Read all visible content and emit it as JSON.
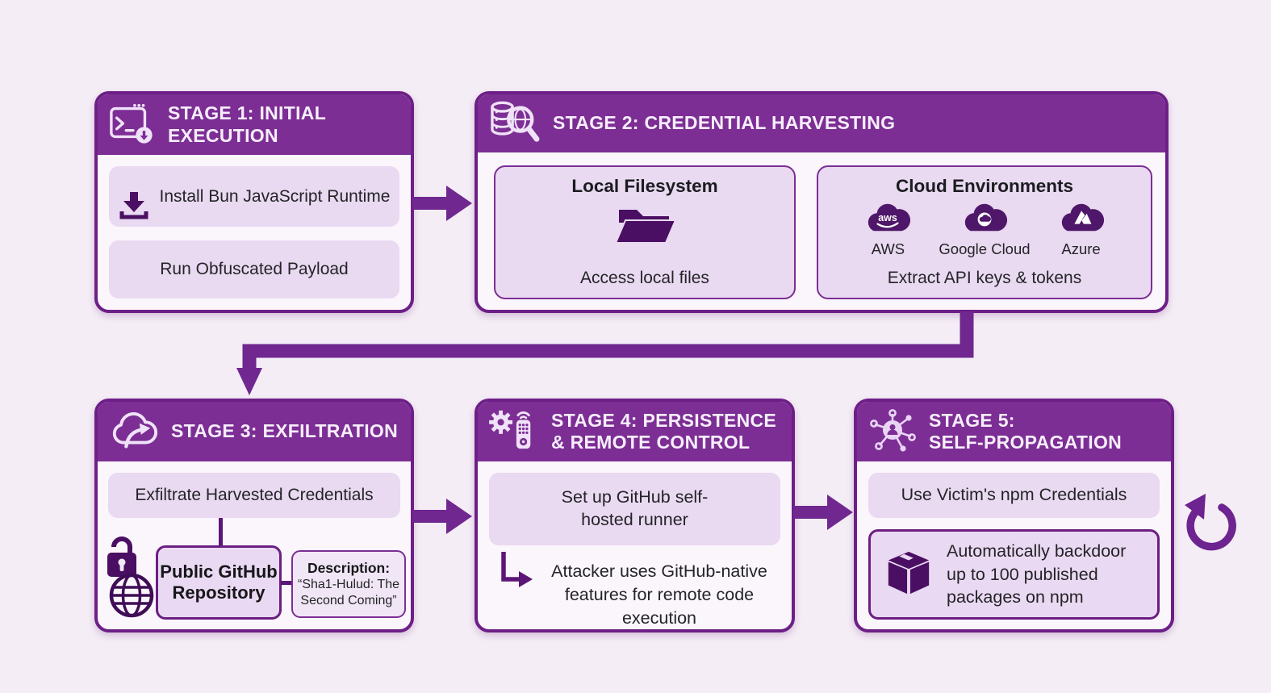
{
  "colors": {
    "background": "#f5edf6",
    "header_purple": "#7c2e94",
    "card_border": "#6d1f87",
    "card_bg": "#fbf6fc",
    "pill_bg": "#e9d9f1",
    "dark_icon": "#4a0f63",
    "arrow": "#70278f",
    "header_text": "#f7eefc",
    "body_text": "#242428"
  },
  "icons": {
    "stage1": "terminal-download-icon",
    "stage2": "database-search-icon",
    "stage3": "cloud-exfil-arrow-icon",
    "stage4": "gear-remote-icon",
    "stage5": "network-propagation-icon",
    "loop": "repeat-cycle-icon"
  },
  "stages": [
    {
      "title": "STAGE 1: INITIAL\nEXECUTION",
      "items": [
        "Install Bun JavaScript Runtime",
        "Run Obfuscated Payload"
      ]
    },
    {
      "title": "STAGE 2: CREDENTIAL HARVESTING",
      "panels": [
        {
          "title": "Local Filesystem",
          "caption": "Access local files"
        },
        {
          "title": "Cloud Environments",
          "providers": [
            "AWS",
            "Google Cloud",
            "Azure"
          ],
          "caption": "Extract API keys & tokens"
        }
      ]
    },
    {
      "title": "STAGE 3: EXFILTRATION",
      "item": "Exfiltrate Harvested Credentials",
      "repo_label": "Public GitHub\nRepository",
      "description_label": "Description:",
      "description_text": "“Sha1-Hulud: The\nSecond Coming”"
    },
    {
      "title": "STAGE 4: PERSISTENCE\n& REMOTE CONTROL",
      "item": "Set up GitHub self-\nhosted runner",
      "note": "Attacker uses GitHub-native\nfeatures for remote code\nexecution"
    },
    {
      "title": "STAGE 5:\nSELF-PROPAGATION",
      "item": "Use Victim's npm Credentials",
      "note": "Automatically backdoor\nup to 100 published\npackages on npm"
    }
  ]
}
